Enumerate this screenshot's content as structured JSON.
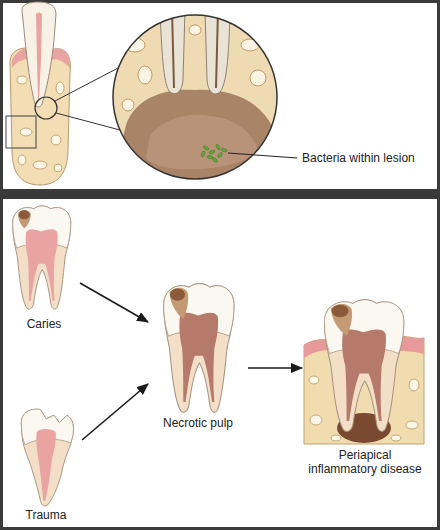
{
  "diagram": {
    "nodes": [
      {
        "text": [
          "Caries"
        ]
      },
      {
        "text": [
          "Trauma"
        ]
      },
      {
        "text": [
          "Necrotic pulp"
        ]
      },
      {
        "text": [
          "Periapical inflammatory disease"
        ]
      }
    ],
    "edges": [
      {
        "from": 0,
        "to": 2,
        "arrow": "to"
      },
      {
        "from": 1,
        "to": 2,
        "arrow": "to"
      },
      {
        "from": 2,
        "to": 3,
        "arrow": "to"
      }
    ],
    "labels": [
      "Bacteria within lesion"
    ]
  }
}
